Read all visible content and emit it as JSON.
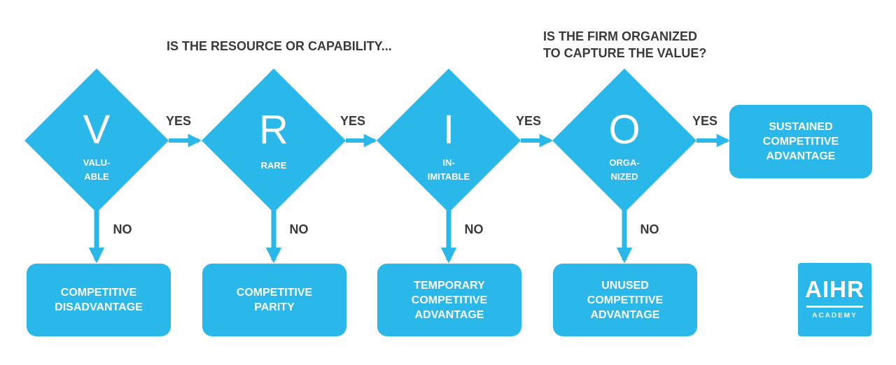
{
  "headings": {
    "resource_question": "IS THE RESOURCE OR CAPABILITY...",
    "organized_question": "IS THE FIRM ORGANIZED\nTO CAPTURE THE VALUE?"
  },
  "criteria": [
    {
      "letter": "V",
      "label_lines": [
        "VALU-",
        "ABLE"
      ]
    },
    {
      "letter": "R",
      "label_lines": [
        "RARE"
      ]
    },
    {
      "letter": "I",
      "label_lines": [
        "IN-",
        "IMITABLE"
      ]
    },
    {
      "letter": "O",
      "label_lines": [
        "ORGA-",
        "NIZED"
      ]
    }
  ],
  "yes_label": "YES",
  "no_label": "NO",
  "outcomes": [
    {
      "text": "COMPETITIVE\nDISADVANTAGE"
    },
    {
      "text": "COMPETITIVE\nPARITY"
    },
    {
      "text": "TEMPORARY\nCOMPETITIVE\nADVANTAGE"
    },
    {
      "text": "UNUSED\nCOMPETITIVE\nADVANTAGE"
    }
  ],
  "final_outcome": {
    "text": "SUSTAINED\nCOMPETITIVE\nADVANTAGE"
  },
  "logo": {
    "main": "AIHR",
    "sub": "ACADEMY"
  },
  "colors": {
    "accent": "#2ab7ea",
    "text": "#3a3a3a"
  }
}
